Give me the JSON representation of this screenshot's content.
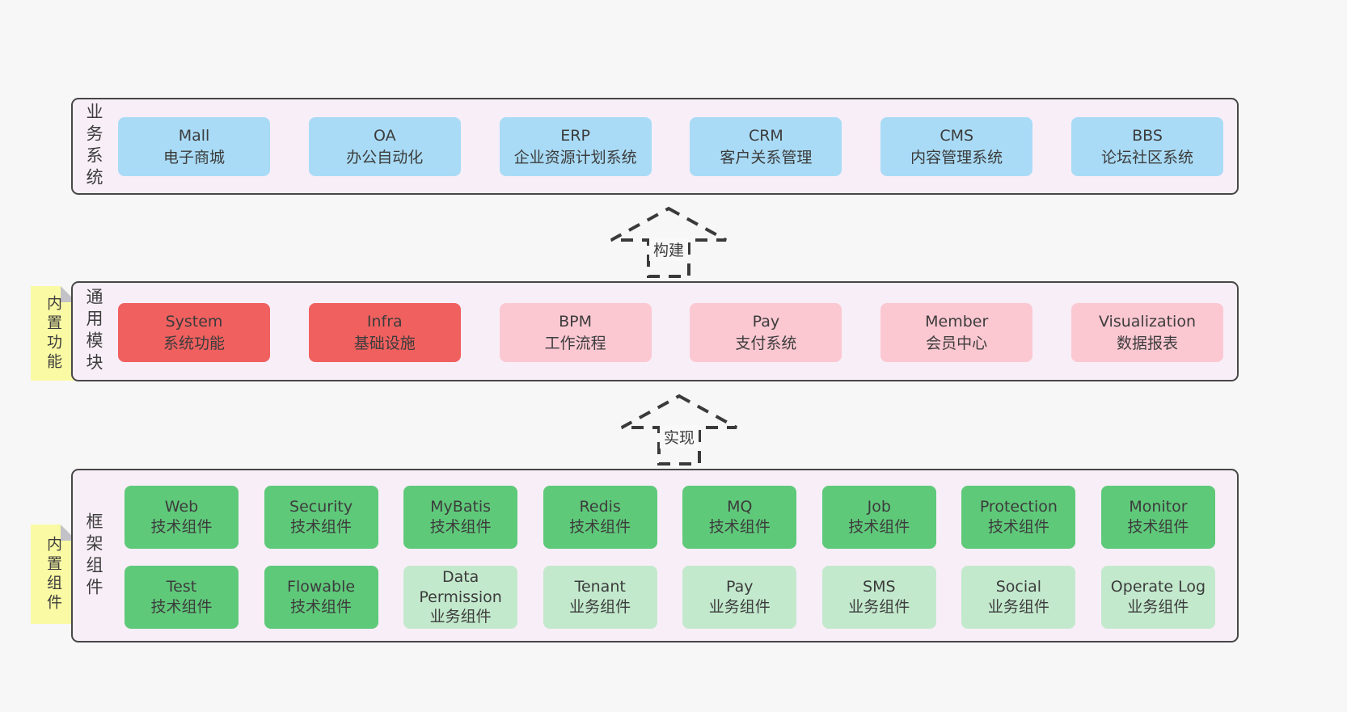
{
  "colors": {
    "page_background": "#f7f7f7",
    "layer_background": "#f8eef7",
    "layer_border": "#474747",
    "business_box": "#a9dbf6",
    "core_module_box": "#f0605f",
    "module_box": "#fbc8d2",
    "tech_component_box": "#5fc97a",
    "biz_component_box": "#c3e9cd",
    "sticky_note": "#fafaa4",
    "sticky_fold": "#c2c2c8",
    "text": "#3d3d3d",
    "arrow_stroke": "#3a3a3a"
  },
  "layers": [
    {
      "label": "业务系统",
      "boxes": [
        {
          "name": "Mall",
          "subtitle": "电子商城"
        },
        {
          "name": "OA",
          "subtitle": "办公自动化"
        },
        {
          "name": "ERP",
          "subtitle": "企业资源计划系统"
        },
        {
          "name": "CRM",
          "subtitle": "客户关系管理"
        },
        {
          "name": "CMS",
          "subtitle": "内容管理系统"
        },
        {
          "name": "BBS",
          "subtitle": "论坛社区系统"
        }
      ]
    },
    {
      "label": "通用模块",
      "note": "内置功能",
      "boxes": [
        {
          "name": "System",
          "subtitle": "系统功能"
        },
        {
          "name": "Infra",
          "subtitle": "基础设施"
        },
        {
          "name": "BPM",
          "subtitle": "工作流程"
        },
        {
          "name": "Pay",
          "subtitle": "支付系统"
        },
        {
          "name": "Member",
          "subtitle": "会员中心"
        },
        {
          "name": "Visualization",
          "subtitle": "数据报表"
        }
      ]
    },
    {
      "label": "框架组件",
      "note": "内置组件",
      "rows": [
        [
          {
            "name": "Web",
            "subtitle": "技术组件"
          },
          {
            "name": "Security",
            "subtitle": "技术组件"
          },
          {
            "name": "MyBatis",
            "subtitle": "技术组件"
          },
          {
            "name": "Redis",
            "subtitle": "技术组件"
          },
          {
            "name": "MQ",
            "subtitle": "技术组件"
          },
          {
            "name": "Job",
            "subtitle": "技术组件"
          },
          {
            "name": "Protection",
            "subtitle": "技术组件"
          },
          {
            "name": "Monitor",
            "subtitle": "技术组件"
          }
        ],
        [
          {
            "name": "Test",
            "subtitle": "技术组件"
          },
          {
            "name": "Flowable",
            "subtitle": "技术组件"
          },
          {
            "name": "Data Permission",
            "subtitle": "业务组件"
          },
          {
            "name": "Tenant",
            "subtitle": "业务组件"
          },
          {
            "name": "Pay",
            "subtitle": "业务组件"
          },
          {
            "name": "SMS",
            "subtitle": "业务组件"
          },
          {
            "name": "Social",
            "subtitle": "业务组件"
          },
          {
            "name": "Operate Log",
            "subtitle": "业务组件"
          }
        ]
      ]
    }
  ],
  "arrows": [
    {
      "label": "构建"
    },
    {
      "label": "实现"
    }
  ]
}
